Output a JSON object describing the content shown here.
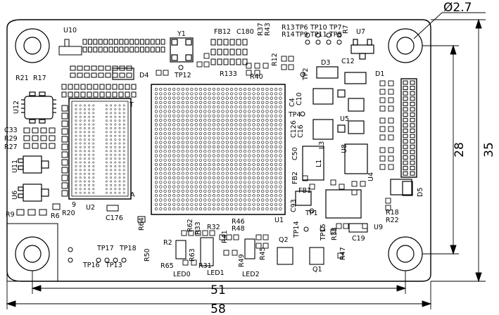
{
  "dimensions": {
    "width_outer": "58",
    "width_holes": "51",
    "height_outer": "35",
    "height_holes": "28",
    "hole_diameter": "Ø2.7"
  },
  "labels": {
    "u10": "U10",
    "y1": "Y1",
    "fb12": "FB12",
    "c180": "C180",
    "r37": "R37",
    "r43": "R43",
    "r13": "R13",
    "tp6": "TP6",
    "tp10": "TP10",
    "tp7": "TP7",
    "r14": "R14",
    "tp9": "TP9",
    "tp11": "TP11",
    "tp8": "TP8",
    "r7": "R7",
    "u7": "U7",
    "r21": "R21",
    "r17": "R17",
    "d4": "D4",
    "tp12": "TP12",
    "r133": "R133",
    "r40": "R40",
    "r12": "R12",
    "tp2": "TP2",
    "d3": "D3",
    "c12": "C12",
    "d1": "D1",
    "u12": "U12",
    "c4": "C4",
    "c10": "C10",
    "tp4": "TP4",
    "c33": "C33",
    "r29": "R29",
    "r27": "R27",
    "c126": "C126",
    "c16": "C16",
    "u5": "U5",
    "u11": "U11",
    "c50": "C50",
    "l3": "L3",
    "u8": "U8",
    "l1": "L1",
    "fb2": "FB2",
    "u4": "U4",
    "u6": "U6",
    "fb1": "FB1",
    "d5": "D5",
    "u2": "U2",
    "nine": "9",
    "a": "A",
    "t": "T",
    "u1": "U1",
    "c93": "C93",
    "tp1": "TP1",
    "r9": "R9",
    "r6": "R6",
    "r20": "R20",
    "r18": "R18",
    "r22": "R22",
    "c176": "C176",
    "r64": "R64",
    "r62": "R62",
    "r33": "R33",
    "r32": "R32",
    "r46": "R46",
    "r48": "R48",
    "tp14": "TP14",
    "tp15": "TP15",
    "u9": "U9",
    "r38": "R38",
    "c19": "C19",
    "tp17": "TP17",
    "tp18": "TP18",
    "r2": "R2",
    "r50": "R50",
    "r65": "R65",
    "r63": "R63",
    "r31": "R31",
    "r41": "R41",
    "r45": "R45",
    "r49": "R49",
    "q2": "Q2",
    "q1": "Q1",
    "r47": "R47",
    "tp16": "TP16",
    "tp13": "TP13",
    "led0": "LED0",
    "led1": "LED1",
    "led2": "LED2"
  },
  "colors": {
    "ink": "#000000",
    "board": "#ffffff"
  }
}
